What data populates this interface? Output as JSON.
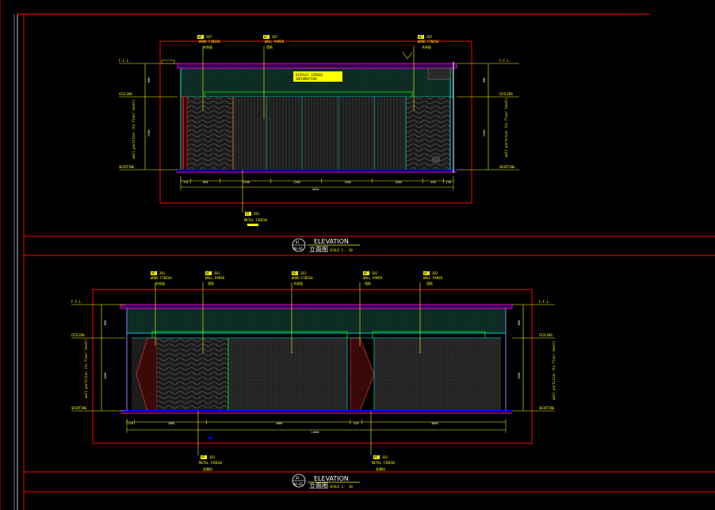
{
  "sheet": {
    "views": [
      {
        "id": "upper",
        "title": "ELEVATION",
        "subtitle": "立面图",
        "scale_label": "SCALE 1:",
        "scale_value": "30",
        "bubble_top": "01",
        "bubble_bottom": "AR-B1",
        "notes": [
          {
            "code": "WD",
            "num": "207",
            "text": "WOOD FINISH",
            "cn": "木饰面"
          },
          {
            "code": "WC",
            "num": "207",
            "text": "WALL PAPER",
            "cn": "墙纸"
          },
          {
            "code": "WD",
            "num": "207",
            "text": "WOOD FINISH",
            "cn": "木饰面"
          },
          {
            "code": "MT",
            "num": "201",
            "text": "METAL FINISH",
            "cn": ""
          }
        ],
        "levels_left": [
          "F.F.L.",
          "CEILING",
          "SKIRTING"
        ],
        "levels_right": [
          "F.F.L.",
          "CEILING",
          "SKIRTING"
        ],
        "vert_dims": [
          "600",
          "2500"
        ],
        "side_text": "wall partition (to floor level)",
        "horiz_dims": [
          "235",
          "690",
          "1200",
          "1200",
          "1200",
          "1200",
          "490",
          "238"
        ],
        "overall": "5640",
        "sign_line1": "DISPLAY SCREEN",
        "sign_line2": "INFORMATION"
      },
      {
        "id": "lower",
        "title": "ELEVATION",
        "subtitle": "立面图",
        "scale_label": "SCALE 1:",
        "scale_value": "30",
        "bubble_top": "01",
        "bubble_bottom": "AR-B1",
        "notes": [
          {
            "code": "WD",
            "num": "201",
            "text": "WOOD FINISH",
            "cn": "木饰面"
          },
          {
            "code": "WC",
            "num": "201",
            "text": "WALL PAPER",
            "cn": "墙纸"
          },
          {
            "code": "WD",
            "num": "201",
            "text": "WOOD FINISH",
            "cn": "木饰面"
          },
          {
            "code": "WC",
            "num": "202",
            "text": "WALL PAPER",
            "cn": "墙纸"
          },
          {
            "code": "MT",
            "num": "201",
            "text": "METAL FINISH",
            "cn": "金属料"
          },
          {
            "code": "MT",
            "num": "201",
            "text": "METAL FINISH",
            "cn": "金属料"
          }
        ],
        "horiz_dims": [
          "210",
          "2000",
          "4000",
          "320",
          "4000"
        ],
        "overall": "11000"
      }
    ]
  },
  "colors": {
    "frame": "#ff0000",
    "dim_yellow": "#ffff00",
    "cyan": "#00ffff",
    "green": "#00ff00",
    "blue": "#0000ff",
    "magenta": "#ff00ff",
    "pattern": "#4d4d4d"
  }
}
